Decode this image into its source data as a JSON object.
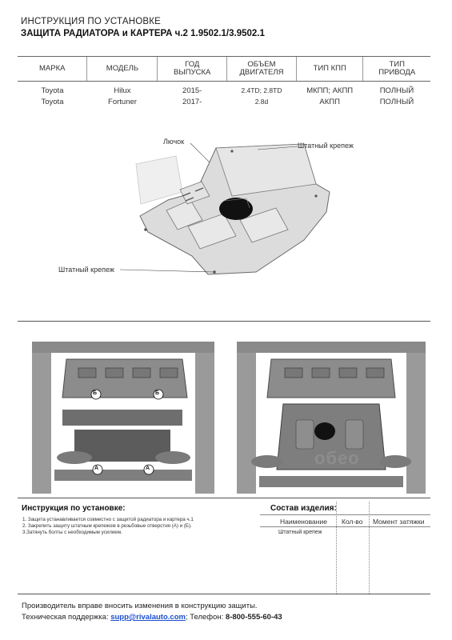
{
  "header": {
    "line1": "ИНСТРУКЦИЯ ПО УСТАНОВКЕ",
    "line2": "ЗАЩИТА РАДИАТОРА и КАРТЕРА  ч.2  1.9502.1/3.9502.1"
  },
  "spec_table": {
    "columns": [
      {
        "line1": "МАРКА",
        "line2": ""
      },
      {
        "line1": "МОДЕЛЬ",
        "line2": ""
      },
      {
        "line1": "ГОД",
        "line2": "ВЫПУСКА"
      },
      {
        "line1": "ОБЪЕМ",
        "line2": "ДВИГАТЕЛЯ"
      },
      {
        "line1": "ТИП КПП",
        "line2": ""
      },
      {
        "line1": "ТИП",
        "line2": "ПРИВОДА"
      }
    ],
    "rows": [
      [
        "Toyota",
        "Hilux",
        "2015-",
        "2.4TD; 2.8TD",
        "МКПП; АКПП",
        "ПОЛНЫЙ"
      ],
      [
        "Toyota",
        "Fortuner",
        "2017-",
        "2.8d",
        "АКПП",
        "ПОЛНЫЙ"
      ]
    ]
  },
  "diagram": {
    "label_hatch": "Лючок",
    "label_fastener_top": "Штатный крепеж",
    "label_fastener_left": "Штатный крепеж"
  },
  "photos": {
    "mark_b": "Б",
    "mark_a": "А",
    "watermark": "обео"
  },
  "instructions": {
    "title": "Инструкция по установке:",
    "steps": [
      "1. Защита устанавливается совместно с защитой радиатора и картера ч.1",
      "2. Закрепить защиту штатным крепежом в резьбовые отверстия (А) и (Б).",
      "3.Затянуть болты с необходимым усилием."
    ]
  },
  "composition": {
    "title": "Состав изделия:",
    "headers": [
      "Наименование",
      "Кол-во",
      "Момент затяжки"
    ],
    "rows": [
      [
        "Штатный крепеж",
        "",
        ""
      ]
    ]
  },
  "footer": {
    "line1": "Производитель вправе вносить изменения в конструкцию защиты.",
    "support_label": "Техническая поддержка: ",
    "email": "supp@rivalauto.com",
    "phone_label": "; Телефон: ",
    "phone": "8-800-555-60-43"
  },
  "colors": {
    "plate_fill": "#dcdcdc",
    "plate_stroke": "#6a6a6a",
    "photo_bg": "#ffffff",
    "link": "#1a4fd0"
  }
}
